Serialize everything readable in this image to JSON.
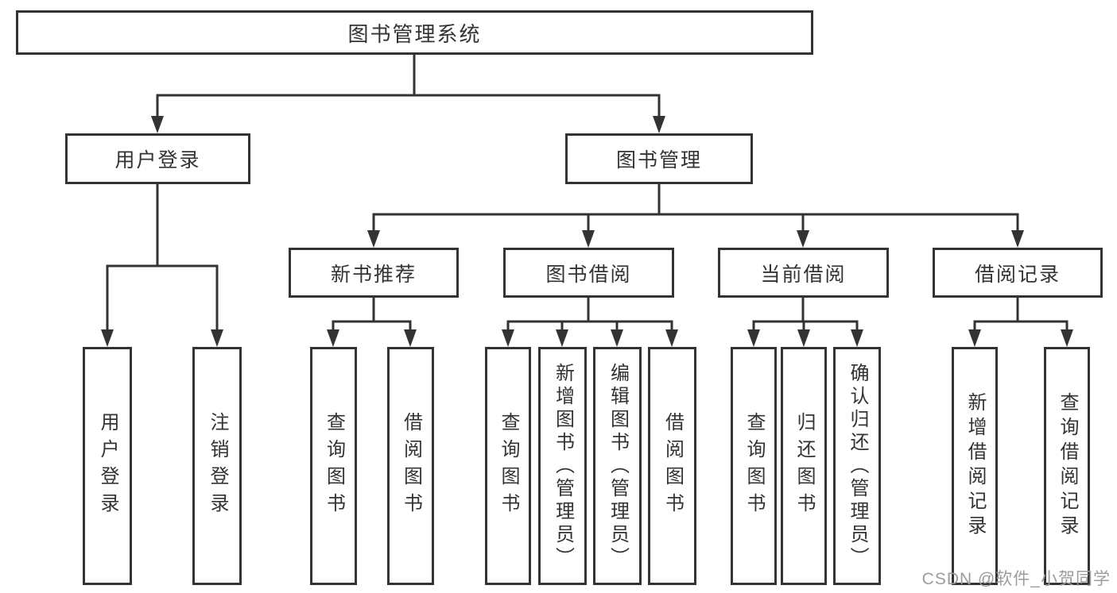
{
  "diagram": {
    "root": {
      "label": "图书管理系统"
    },
    "branches": [
      {
        "label": "用户登录",
        "children": [
          {
            "label": "用户登录"
          },
          {
            "label": "注销登录"
          }
        ]
      },
      {
        "label": "图书管理",
        "children": [
          {
            "label": "新书推荐",
            "children": [
              {
                "label": "查询图书"
              },
              {
                "label": "借阅图书"
              }
            ]
          },
          {
            "label": "图书借阅",
            "children": [
              {
                "label": "查询图书"
              },
              {
                "label": "新增图书（管理员）"
              },
              {
                "label": "编辑图书（管理员）"
              },
              {
                "label": "借阅图书"
              }
            ]
          },
          {
            "label": "当前借阅",
            "children": [
              {
                "label": "查询图书"
              },
              {
                "label": "归还图书"
              },
              {
                "label": "确认归还（管理员）"
              }
            ]
          },
          {
            "label": "借阅记录",
            "children": [
              {
                "label": "新增借阅记录"
              },
              {
                "label": "查询借阅记录"
              }
            ]
          }
        ]
      }
    ]
  },
  "watermark": {
    "text": "CSDN @软件_小贺同学"
  },
  "colors": {
    "line": "#333333",
    "box_border": "#333333",
    "box_background": "#ffffff",
    "text": "#333333",
    "watermark": "#9c9c9c",
    "background": "#ffffff"
  }
}
